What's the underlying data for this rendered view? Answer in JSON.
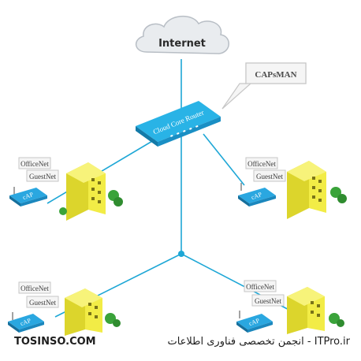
{
  "nodes": {
    "internet": {
      "label": "Internet"
    },
    "router": {
      "label": "Cloud Core Router"
    },
    "capsman": {
      "label": "CAPsMAN"
    }
  },
  "sites": [
    {
      "id": "site-top-left",
      "ssids": [
        "OfficeNet",
        "GuestNet"
      ],
      "ap_label": "cAP"
    },
    {
      "id": "site-top-right",
      "ssids": [
        "OfficeNet",
        "GuestNet"
      ],
      "ap_label": "cAP"
    },
    {
      "id": "site-bottom-left",
      "ssids": [
        "OfficeNet",
        "GuestNet"
      ],
      "ap_label": "cAP"
    },
    {
      "id": "site-bottom-right",
      "ssids": [
        "OfficeNet",
        "GuestNet"
      ],
      "ap_label": "cAP"
    }
  ],
  "watermark": {
    "left": "TOSINSO.COM",
    "right": "ITPro.ir - انجمن تخصصی فناوری اطلاعات"
  },
  "colors": {
    "link": "#1ea7d6",
    "router": "#1fa3d8",
    "building": "#f0ea3c",
    "tree": "#3aa33a",
    "cloud": "#e9ecef"
  }
}
